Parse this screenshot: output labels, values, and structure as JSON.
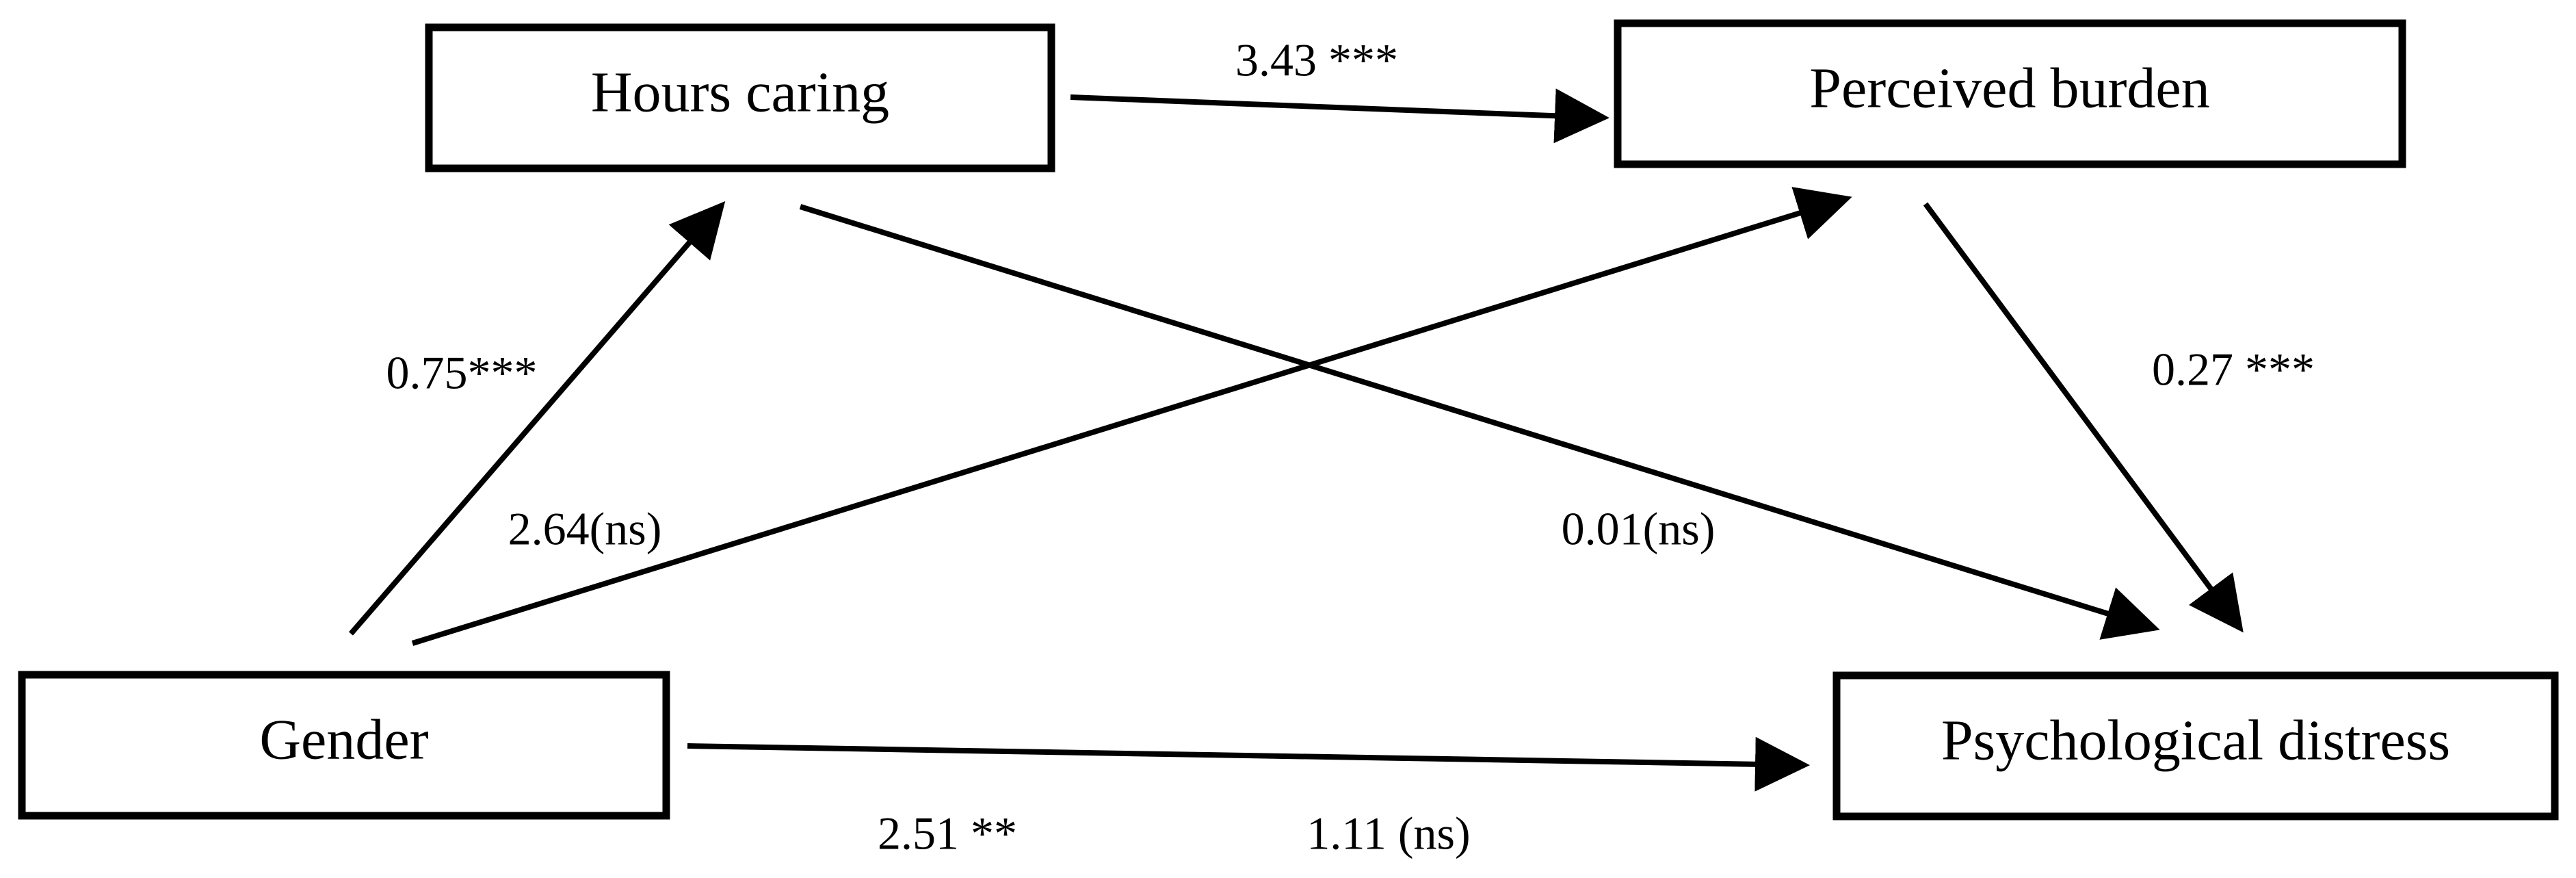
{
  "nodes": {
    "hours_caring": "Hours caring",
    "perceived_burden": "Perceived burden",
    "gender": "Gender",
    "psychological_distress": "Psychological distress"
  },
  "edges": [
    {
      "from": "hours_caring",
      "to": "perceived_burden",
      "coefficient": "3.43 ***"
    },
    {
      "from": "gender",
      "to": "hours_caring",
      "coefficient": "0.75***"
    },
    {
      "from": "gender",
      "to": "perceived_burden",
      "coefficient": "2.64(ns)"
    },
    {
      "from": "hours_caring",
      "to": "psychological_distress",
      "coefficient": "0.01(ns)"
    },
    {
      "from": "perceived_burden",
      "to": "psychological_distress",
      "coefficient": "0.27 ***"
    },
    {
      "from": "gender",
      "to": "psychological_distress",
      "coefficient": "2.51 **"
    },
    {
      "from": "gender",
      "to": "psychological_distress",
      "coefficient": "1.11 (ns)"
    }
  ],
  "style": {
    "line_color": "#000000",
    "box_fill": "#ffffff"
  }
}
